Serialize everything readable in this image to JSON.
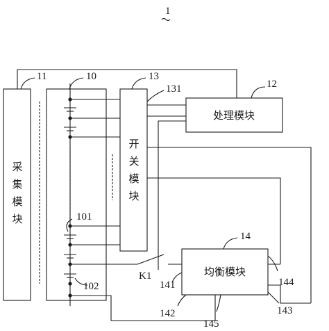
{
  "figure": {
    "label": "1",
    "labels": {
      "acquisition_module": [
        "采",
        "集",
        "模",
        "块"
      ],
      "switch_module": [
        "开",
        "关",
        "模",
        "块"
      ],
      "processing_module": "处理模块",
      "balancing_module": "均衡模块",
      "switch_k1": "K1",
      "ref_10": "10",
      "ref_11": "11",
      "ref_12": "12",
      "ref_13": "13",
      "ref_14": "14",
      "ref_101": "101",
      "ref_102": "102",
      "ref_131": "131",
      "ref_141": "141",
      "ref_142": "142",
      "ref_143": "143",
      "ref_144": "144",
      "ref_145": "145"
    }
  }
}
